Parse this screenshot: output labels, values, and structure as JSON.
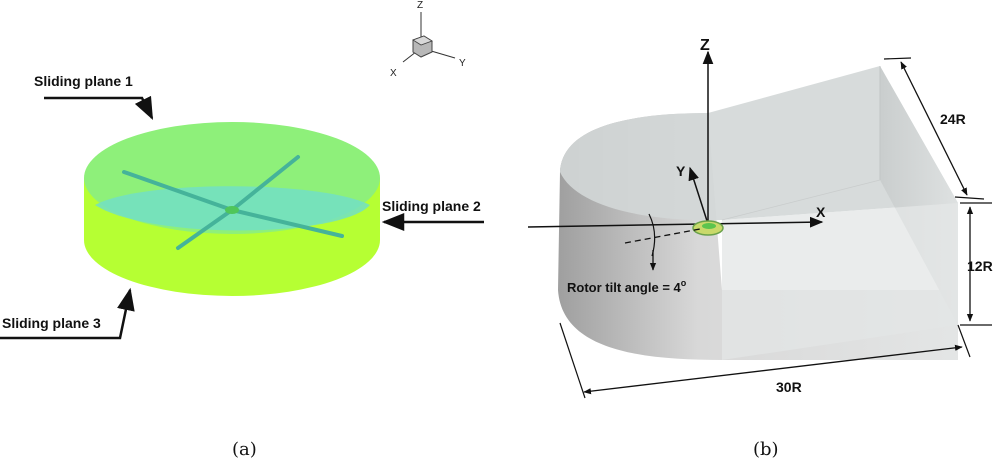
{
  "figure_a": {
    "caption": "(a)",
    "triad": {
      "z": "Z",
      "x": "X",
      "y": "Y"
    },
    "labels": {
      "plane1": "Sliding plane 1",
      "plane2": "Sliding plane 2",
      "plane3": "Sliding plane 3"
    }
  },
  "figure_b": {
    "caption": "(b)",
    "axes": {
      "z": "Z",
      "y": "Y",
      "x": "X"
    },
    "tilt_label": "Rotor tilt angle = 4",
    "tilt_degree": "o",
    "dims": {
      "depth": "24R",
      "height": "12R",
      "length": "30R"
    }
  },
  "colors": {
    "disk_top": "#8ef07a",
    "disk_side": "#b6ff33",
    "disk_inner": "#72dfc6",
    "domain_fill": "#d3d7d7",
    "rotor": "#c9d96a"
  }
}
